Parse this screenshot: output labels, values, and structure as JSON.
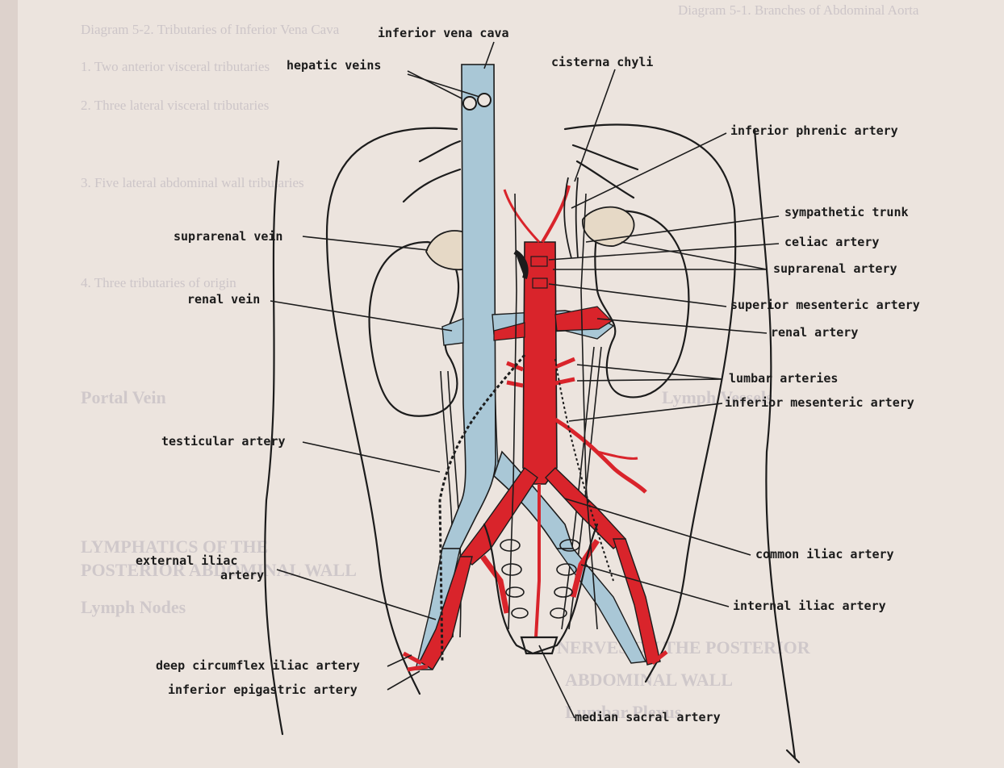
{
  "colors": {
    "paper": "#ece4de",
    "artery": "#d9242b",
    "vein": "#a9c7d6",
    "ink": "#1c1c1c",
    "gland": "#e6d9c6"
  },
  "labels": {
    "inferior_vena_cava": "inferior vena cava",
    "hepatic_veins": "hepatic veins",
    "cisterna_chyli": "cisterna chyli",
    "inferior_phrenic_artery": "inferior phrenic artery",
    "sympathetic_trunk": "sympathetic trunk",
    "suprarenal_vein": "suprarenal vein",
    "celiac_artery": "celiac artery",
    "suprarenal_artery": "suprarenal artery",
    "renal_vein": "renal vein",
    "superior_mesenteric_artery": "superior mesenteric artery",
    "renal_artery": "renal artery",
    "lumbar_arteries": "lumbar arteries",
    "inferior_mesenteric_artery": "inferior mesenteric artery",
    "testicular_artery": "testicular artery",
    "common_iliac_artery": "common iliac artery",
    "external_iliac_line1": "external iliac",
    "external_iliac_line2": "artery",
    "internal_iliac_artery": "internal iliac artery",
    "deep_circumflex_iliac_artery": "deep circumflex iliac artery",
    "inferior_epigastric_artery": "inferior epigastric artery",
    "median_sacral_artery": "median sacral artery"
  },
  "show_through": {
    "left": [
      "Diagram 5-2. Tributaries of Inferior Vena Cava",
      "1. Two anterior visceral tributaries",
      "2. Three lateral visceral tributaries",
      "3. Five lateral abdominal wall tributaries",
      "4. Three tributaries of origin"
    ],
    "headings": [
      "Portal Vein",
      "LYMPHATICS OF THE",
      "POSTERIOR ABDOMINAL WALL",
      "Lymph Nodes"
    ],
    "right": [
      "Diagram 5-1. Branches of Abdominal Aorta",
      "Lymph Vessels",
      "NERVES ON THE POSTERIOR",
      "ABDOMINAL WALL",
      "Lumbar Plexus"
    ]
  }
}
